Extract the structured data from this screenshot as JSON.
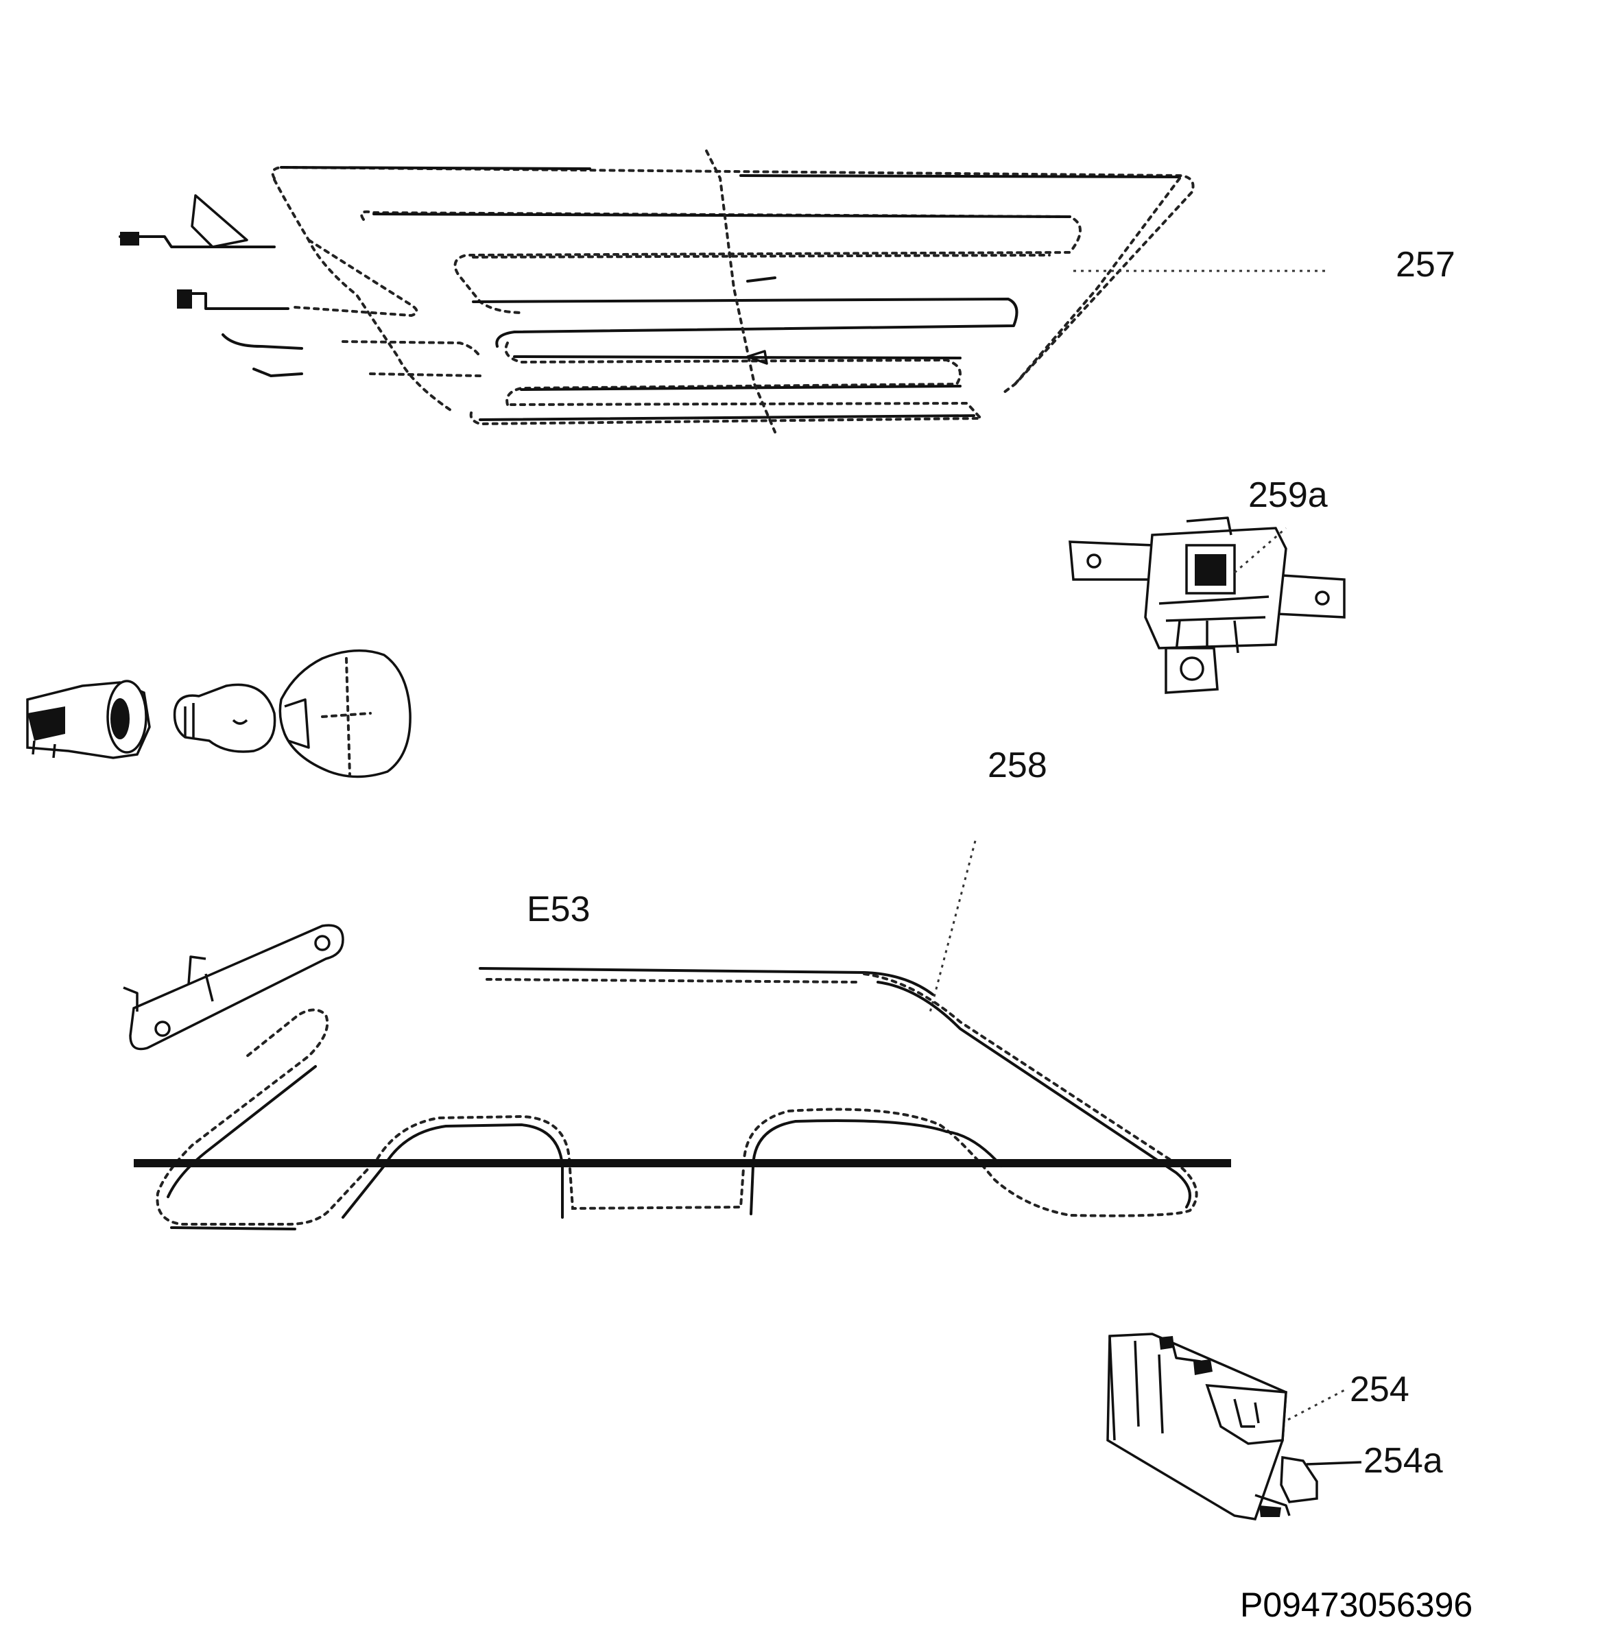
{
  "parts": {
    "grill_element": {
      "label": "257"
    },
    "thermostat": {
      "label": "259a"
    },
    "oven_element": {
      "label": "258"
    },
    "lamp_assembly": {
      "label": "E53"
    },
    "switch": {
      "label": "254"
    },
    "switch_terminal": {
      "label": "254a"
    }
  },
  "document_id": "P09473056396"
}
